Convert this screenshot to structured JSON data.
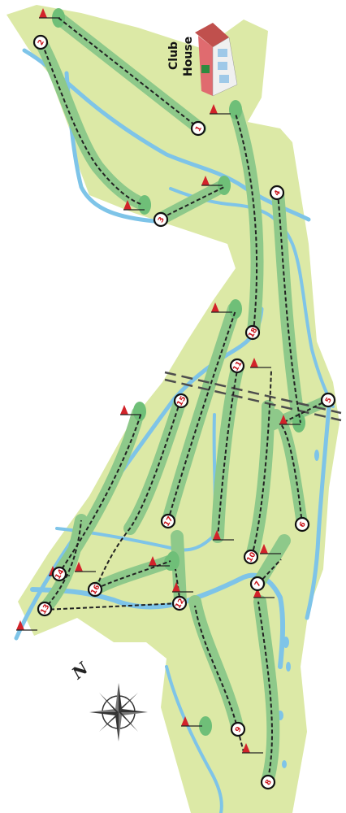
{
  "clubhouse": {
    "line1": "Club",
    "line2": "House"
  },
  "compass": {
    "north_label": "N"
  },
  "holes": [
    "1",
    "2",
    "3",
    "4",
    "5",
    "6",
    "7",
    "8",
    "9",
    "10",
    "11",
    "12",
    "13",
    "14",
    "15",
    "16",
    "17",
    "18"
  ],
  "colors": {
    "land": "#dce9a6",
    "fairway": "#8ec98a",
    "water": "#7ec4e8",
    "flag": "#d2232a",
    "dash": "#222222",
    "marker_ring": "#111111",
    "hole_number": "#c8151b"
  }
}
